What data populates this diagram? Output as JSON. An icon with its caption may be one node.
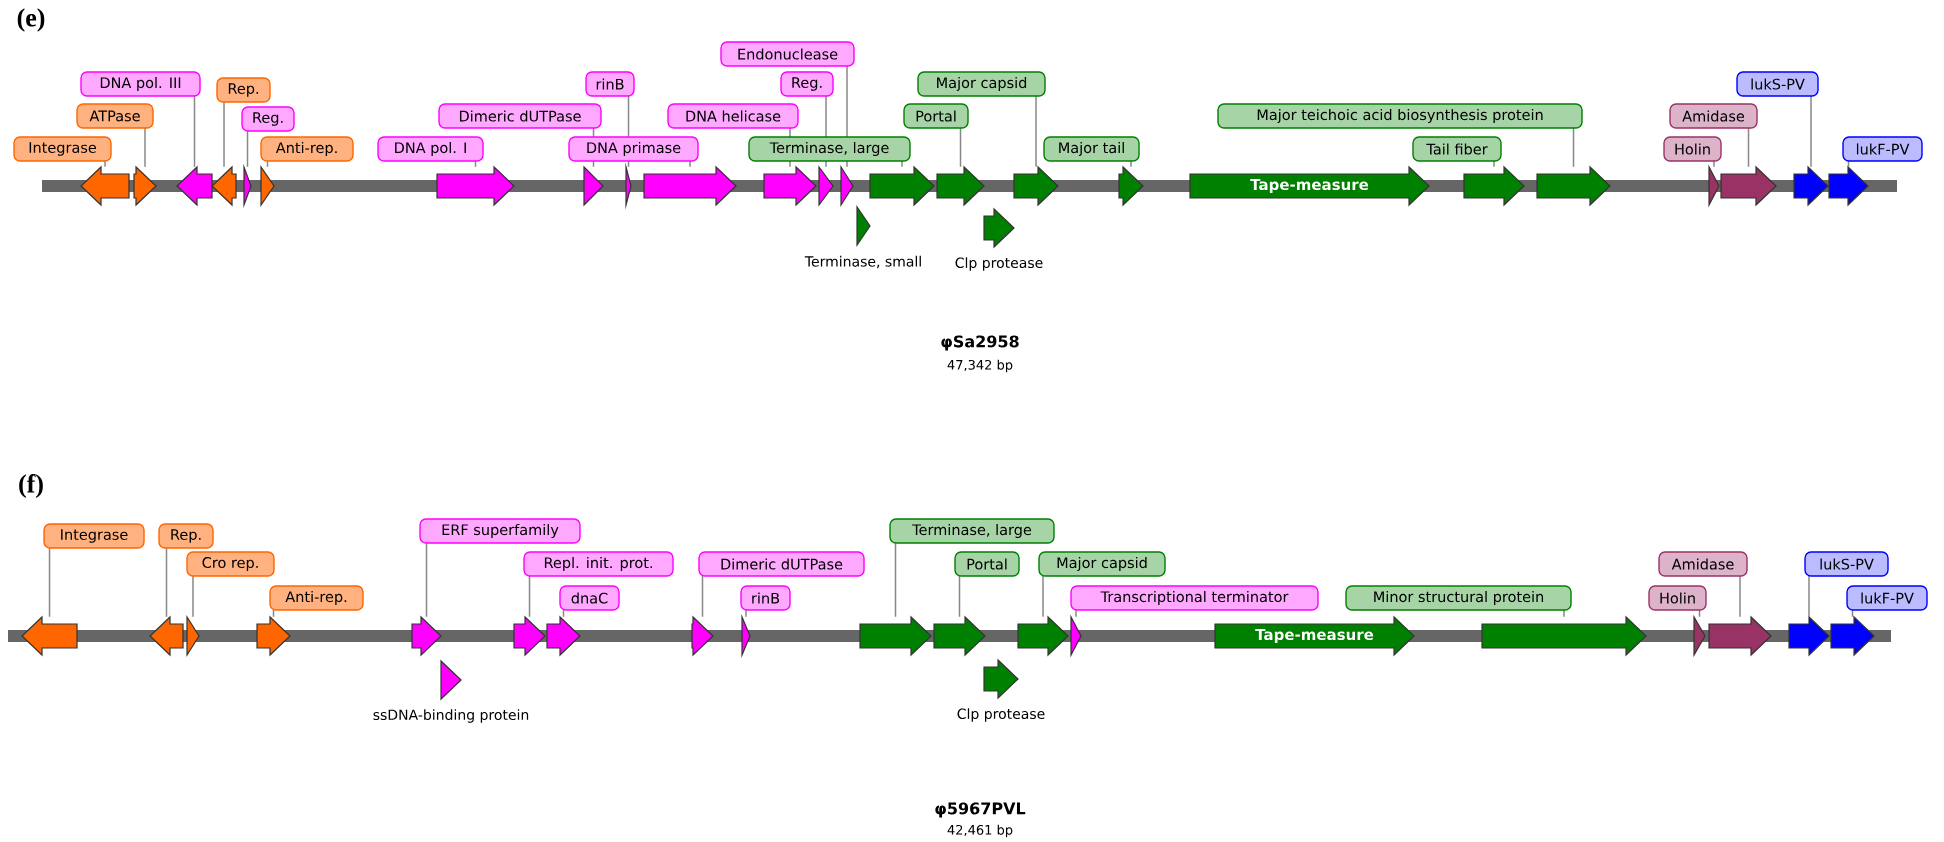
{
  "diagram": {
    "nodes": [
      {
        "text": [
          "Integrase"
        ]
      },
      {
        "text": [],
        "shape": "arrow"
      },
      {
        "text": [
          "ATPase"
        ]
      },
      {
        "text": [],
        "shape": "arrow"
      },
      {
        "text": [
          "DNA pol. III"
        ]
      },
      {
        "text": [],
        "shape": "arrow"
      },
      {
        "text": [
          "Rep."
        ]
      },
      {
        "text": [],
        "shape": "arrow"
      },
      {
        "text": [
          "Reg."
        ]
      },
      {
        "text": [],
        "shape": "arrow"
      },
      {
        "text": [
          "Anti-rep."
        ]
      },
      {
        "text": [],
        "shape": "arrow"
      },
      {
        "text": [
          "DNA pol. I"
        ]
      },
      {
        "text": [],
        "shape": "arrow"
      },
      {
        "text": [
          "Dimeric dUTPase"
        ]
      },
      {
        "text": [],
        "shape": "arrow"
      },
      {
        "text": [
          "rinB"
        ]
      },
      {
        "text": [],
        "shape": "arrow"
      },
      {
        "text": [
          "DNA primase"
        ]
      },
      {
        "text": [],
        "shape": "arrow"
      },
      {
        "text": [
          "DNA helicase"
        ]
      },
      {
        "text": [],
        "shape": "arrow"
      },
      {
        "text": [
          "Reg."
        ]
      },
      {
        "text": [],
        "shape": "arrow"
      },
      {
        "text": [
          "Endonuclease"
        ]
      },
      {
        "text": [],
        "shape": "arrow"
      },
      {
        "text": [
          "Terminase, large"
        ]
      },
      {
        "text": [],
        "shape": "arrow"
      },
      {
        "text": [],
        "shape": "arrow",
        "beside": [
          "Terminase, small"
        ]
      },
      {
        "text": [
          "Portal"
        ]
      },
      {
        "text": [],
        "shape": "arrow"
      },
      {
        "text": [],
        "shape": "arrow",
        "beside": [
          "Clp protease"
        ]
      },
      {
        "text": [
          "Major capsid"
        ]
      },
      {
        "text": [],
        "shape": "arrow"
      },
      {
        "text": [
          "Major tail"
        ]
      },
      {
        "text": [],
        "shape": "arrow"
      },
      {
        "text": [
          "Tape-measure"
        ]
      },
      {
        "text": [
          "Tail fiber"
        ]
      },
      {
        "text": [],
        "shape": "arrow"
      },
      {
        "text": [
          "Major teichoic acid biosynthesis protein"
        ]
      },
      {
        "text": [],
        "shape": "arrow"
      },
      {
        "text": [
          "Holin"
        ]
      },
      {
        "text": [],
        "shape": "arrow"
      },
      {
        "text": [
          "Amidase"
        ]
      },
      {
        "text": [],
        "shape": "arrow"
      },
      {
        "text": [
          "lukS-PV"
        ]
      },
      {
        "text": [],
        "shape": "arrow"
      },
      {
        "text": [
          "lukF-PV"
        ]
      },
      {
        "text": [],
        "shape": "arrow"
      },
      {
        "text": [
          "Integrase"
        ]
      },
      {
        "text": [],
        "shape": "arrow"
      },
      {
        "text": [
          "Rep."
        ]
      },
      {
        "text": [],
        "shape": "arrow"
      },
      {
        "text": [
          "Cro rep."
        ]
      },
      {
        "text": [],
        "shape": "arrow"
      },
      {
        "text": [
          "Anti-rep."
        ]
      },
      {
        "text": [],
        "shape": "arrow"
      },
      {
        "text": [
          "ERF superfamily"
        ]
      },
      {
        "text": [],
        "shape": "arrow"
      },
      {
        "text": [],
        "shape": "arrow",
        "beside": [
          "ssDNA-binding protein"
        ]
      },
      {
        "text": [
          "Repl. init. prot."
        ]
      },
      {
        "text": [],
        "shape": "arrow"
      },
      {
        "text": [
          "dnaC"
        ]
      },
      {
        "text": [],
        "shape": "arrow"
      },
      {
        "text": [
          "Dimeric dUTPase"
        ]
      },
      {
        "text": [],
        "shape": "arrow"
      },
      {
        "text": [
          "rinB"
        ]
      },
      {
        "text": [],
        "shape": "arrow"
      },
      {
        "text": [
          "Terminase, large"
        ]
      },
      {
        "text": [],
        "shape": "arrow"
      },
      {
        "text": [
          "Portal"
        ]
      },
      {
        "text": [],
        "shape": "arrow"
      },
      {
        "text": [],
        "shape": "arrow",
        "beside": [
          "Clp protease"
        ]
      },
      {
        "text": [
          "Major capsid"
        ]
      },
      {
        "text": [],
        "shape": "arrow"
      },
      {
        "text": [
          "Transcriptional terminator"
        ]
      },
      {
        "text": [],
        "shape": "arrow"
      },
      {
        "text": [
          "Tape-measure"
        ]
      },
      {
        "text": [
          "Minor structural protein"
        ]
      },
      {
        "text": [],
        "shape": "arrow"
      },
      {
        "text": [
          "Holin"
        ]
      },
      {
        "text": [],
        "shape": "arrow"
      },
      {
        "text": [
          "Amidase"
        ]
      },
      {
        "text": [],
        "shape": "arrow"
      },
      {
        "text": [
          "lukS-PV"
        ]
      },
      {
        "text": [],
        "shape": "arrow"
      },
      {
        "text": [
          "lukF-PV"
        ]
      },
      {
        "text": [],
        "shape": "arrow"
      }
    ],
    "edges": [
      {
        "from": 0,
        "to": 1,
        "arrow": "none"
      },
      {
        "from": 2,
        "to": 3,
        "arrow": "none"
      },
      {
        "from": 4,
        "to": 5,
        "arrow": "none"
      },
      {
        "from": 6,
        "to": 7,
        "arrow": "none"
      },
      {
        "from": 8,
        "to": 9,
        "arrow": "none"
      },
      {
        "from": 10,
        "to": 11,
        "arrow": "none"
      },
      {
        "from": 12,
        "to": 13,
        "arrow": "none"
      },
      {
        "from": 14,
        "to": 15,
        "arrow": "none"
      },
      {
        "from": 16,
        "to": 17,
        "arrow": "none"
      },
      {
        "from": 18,
        "to": 19,
        "arrow": "none"
      },
      {
        "from": 20,
        "to": 21,
        "arrow": "none"
      },
      {
        "from": 22,
        "to": 23,
        "arrow": "none"
      },
      {
        "from": 24,
        "to": 25,
        "arrow": "none"
      },
      {
        "from": 26,
        "to": 27,
        "arrow": "none"
      },
      {
        "from": 29,
        "to": 30,
        "arrow": "none"
      },
      {
        "from": 32,
        "to": 33,
        "arrow": "none"
      },
      {
        "from": 34,
        "to": 35,
        "arrow": "none"
      },
      {
        "from": 37,
        "to": 38,
        "arrow": "none"
      },
      {
        "from": 39,
        "to": 40,
        "arrow": "none"
      },
      {
        "from": 41,
        "to": 42,
        "arrow": "none"
      },
      {
        "from": 43,
        "to": 44,
        "arrow": "none"
      },
      {
        "from": 45,
        "to": 46,
        "arrow": "none"
      },
      {
        "from": 47,
        "to": 48,
        "arrow": "none"
      },
      {
        "from": 49,
        "to": 50,
        "arrow": "none"
      },
      {
        "from": 51,
        "to": 52,
        "arrow": "none"
      },
      {
        "from": 53,
        "to": 54,
        "arrow": "none"
      },
      {
        "from": 55,
        "to": 56,
        "arrow": "none"
      },
      {
        "from": 57,
        "to": 58,
        "arrow": "none"
      },
      {
        "from": 60,
        "to": 61,
        "arrow": "none"
      },
      {
        "from": 62,
        "to": 63,
        "arrow": "none"
      },
      {
        "from": 64,
        "to": 65,
        "arrow": "none"
      },
      {
        "from": 66,
        "to": 67,
        "arrow": "none"
      },
      {
        "from": 68,
        "to": 69,
        "arrow": "none"
      },
      {
        "from": 70,
        "to": 71,
        "arrow": "none"
      },
      {
        "from": 73,
        "to": 74,
        "arrow": "none"
      },
      {
        "from": 75,
        "to": 76,
        "arrow": "none"
      },
      {
        "from": 78,
        "to": 79,
        "arrow": "none"
      },
      {
        "from": 80,
        "to": 81,
        "arrow": "none"
      },
      {
        "from": 82,
        "to": 83,
        "arrow": "none"
      },
      {
        "from": 84,
        "to": 85,
        "arrow": "none"
      },
      {
        "from": 86,
        "to": 87,
        "arrow": "none"
      }
    ],
    "labels": [
      "(e)",
      "φSa2958",
      "47,342 bp",
      "(f)",
      "φ5967PVL",
      "42,461 bp"
    ]
  }
}
